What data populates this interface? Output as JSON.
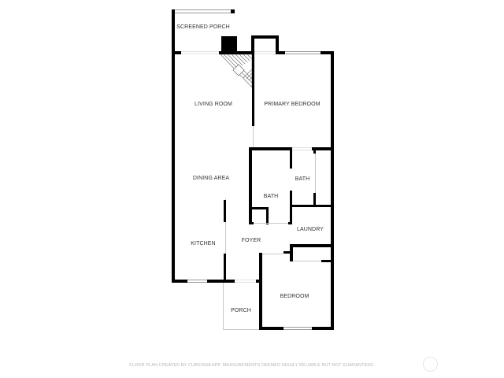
{
  "floor_plan": {
    "rooms": [
      {
        "id": "screened-porch",
        "label": "SCREENED PORCH"
      },
      {
        "id": "living-room",
        "label": "LIVING ROOM"
      },
      {
        "id": "primary-bedroom",
        "label": "PRIMARY BEDROOM"
      },
      {
        "id": "dining-area",
        "label": "DINING AREA"
      },
      {
        "id": "bath-1",
        "label": "BATH"
      },
      {
        "id": "bath-2",
        "label": "BATH"
      },
      {
        "id": "laundry",
        "label": "LAUNDRY"
      },
      {
        "id": "kitchen",
        "label": "KITCHEN"
      },
      {
        "id": "foyer",
        "label": "FOYER"
      },
      {
        "id": "bedroom",
        "label": "BEDROOM"
      },
      {
        "id": "porch",
        "label": "PORCH"
      }
    ],
    "colors": {
      "wall": "#000000",
      "background": "#ffffff",
      "label": "#333333",
      "footer": "#b5b5b5"
    }
  },
  "footer": {
    "disclaimer": "FLOOR PLAN CREATED BY CUBICASA APP. MEASUREMENTS DEEMED HIGHLY RELIABLE BUT NOT GUARANTEED.",
    "logo_icon": "cubicasa-logo-icon"
  }
}
